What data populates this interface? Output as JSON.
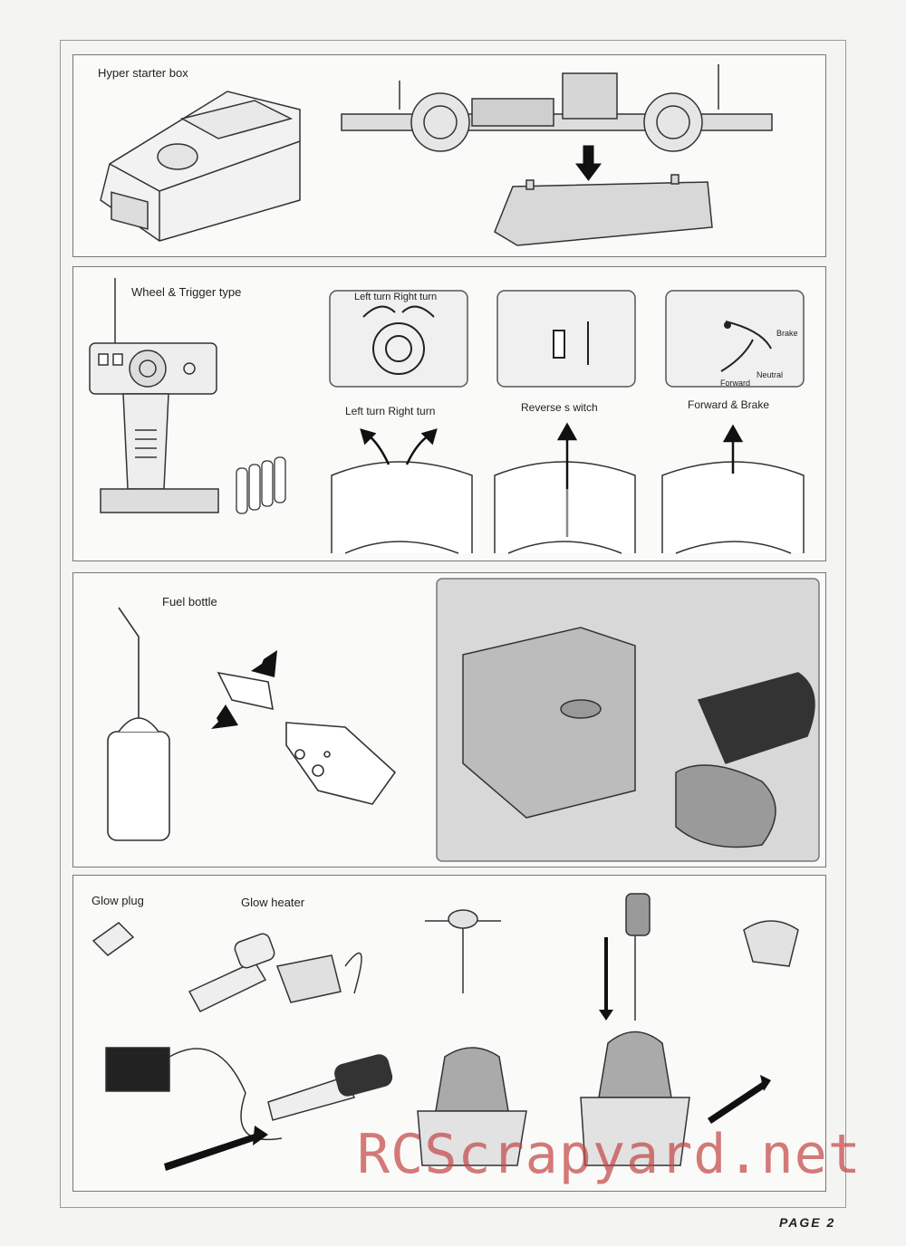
{
  "panel1": {
    "label": "Hyper starter box"
  },
  "panel2": {
    "label": "Wheel & Trigger type",
    "steer_inset": "Left turn  Right turn",
    "steer_caption": "Left turn  Right turn",
    "reverse_caption": "Reverse s witch",
    "throttle_caption": "Forward  &  Brake",
    "brake": "Brake",
    "neutral": "Neutral",
    "forward": "Forward"
  },
  "panel3": {
    "label": "Fuel bottle"
  },
  "panel4": {
    "glow_plug": "Glow plug",
    "glow_heater": "Glow heater"
  },
  "watermark": "RCScrapyard.net",
  "page": "PAGE  2"
}
